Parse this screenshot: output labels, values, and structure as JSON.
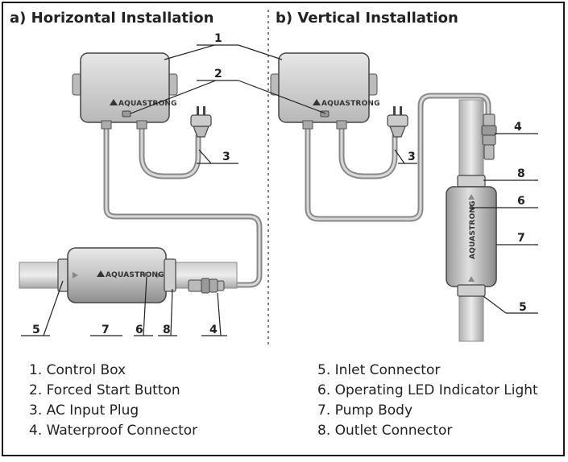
{
  "titles": {
    "horizontal": "a) Horizontal Installation",
    "vertical": "b) Vertical Installation"
  },
  "brand": "AQUASTRONG",
  "callouts": {
    "h_control_box": "1",
    "h_start_button": "2",
    "h_ac_plug": "3",
    "h_waterproof": "4",
    "h_inlet": "5",
    "h_pump_body": "7",
    "h_led": "6",
    "h_outlet": "8",
    "v_waterproof": "4",
    "v_ac_plug": "3",
    "v_outlet": "8",
    "v_led": "6",
    "v_pump_body": "7",
    "v_inlet": "5"
  },
  "legend_left": [
    "1. Control Box",
    "2. Forced Start Button",
    "3. AC Input Plug",
    "4. Waterproof Connector"
  ],
  "legend_right": [
    "5. Inlet Connector",
    "6. Operating LED Indicator Light",
    "7. Pump Body",
    "8. Outlet Connector"
  ],
  "colors": {
    "box_fill": "#d0d0d0",
    "cable": "#9a9a9a",
    "outline": "#444444",
    "text": "#222222"
  }
}
